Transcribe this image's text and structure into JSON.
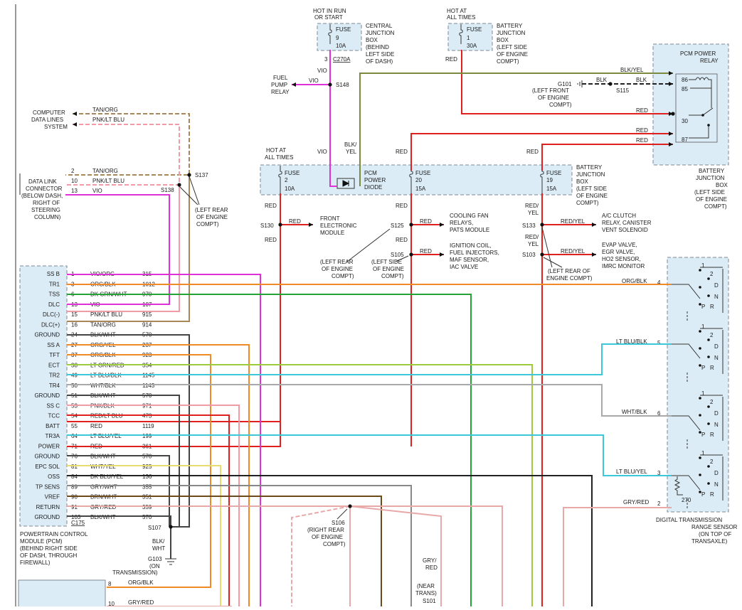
{
  "colors": {
    "red": "#e0201e",
    "vio": "#e030d8",
    "tan": "#a8875a",
    "pnk": "#f29aa6",
    "org": "#f08a26",
    "grn": "#26a336",
    "ltgrn": "#9ccc3c",
    "ltblu": "#3cc8d8",
    "wht": "#a9a9a9",
    "blkyel": "#7c8a40",
    "dkblu": "#1d4f7c",
    "gry": "#888888",
    "brn": "#6b4a1e",
    "yel": "#e8dc70",
    "gryred": "#e8a8a8",
    "blk": "#222222"
  },
  "top": {
    "hot_run_start": [
      "HOT IN RUN",
      "OR START"
    ],
    "hot_all_times_top": [
      "HOT AT",
      "ALL TIMES"
    ],
    "fuse9": {
      "label": "FUSE",
      "num": "9",
      "amp": "10A"
    },
    "fuse_30a": {
      "label": "FUSE",
      "num": "1",
      "amp": "30A"
    },
    "cjb": [
      "CENTRAL",
      "JUNCTION",
      "BOX",
      "(BEHIND",
      "LEFT SIDE",
      "OF DASH)"
    ],
    "bjb_top": [
      "BATTERY",
      "JUNCTION",
      "BOX",
      "(LEFT SIDE",
      "OF ENGINE",
      "COMPT)"
    ],
    "c270a": "C270A",
    "pin3": "3",
    "fuel_pump": [
      "FUEL",
      "PUMP",
      "RELAY"
    ],
    "s148": "S148",
    "vio": "VIO",
    "red": "RED"
  },
  "relay": {
    "title": [
      "PCM POWER",
      "RELAY"
    ],
    "pins": [
      "86",
      "85",
      "30",
      "87"
    ],
    "blkyel": "BLK/YEL",
    "blk": "BLK",
    "red": "RED",
    "g101": "G101",
    "g101_note": [
      "(LEFT FRONT",
      "OF ENGINE",
      "COMPT)"
    ],
    "s115": "S115",
    "bjb": [
      "BATTERY",
      "JUNCTION",
      "BOX",
      "(LEFT SIDE",
      "OF ENGINE",
      "COMPT)"
    ]
  },
  "mid": {
    "hot_all_times": [
      "HOT AT",
      "ALL TIMES"
    ],
    "fuse2": {
      "label": "FUSE",
      "num": "2",
      "amp": "10A"
    },
    "fuse20": {
      "label": "FUSE",
      "num": "20",
      "amp": "15A"
    },
    "fuse19": {
      "label": "FUSE",
      "num": "19",
      "amp": "15A"
    },
    "pcm_diode": [
      "PCM",
      "POWER",
      "DIODE"
    ],
    "bjb": [
      "BATTERY",
      "JUNCTION",
      "BOX",
      "(LEFT SIDE",
      "OF ENGINE",
      "COMPT)"
    ],
    "blk_yel": [
      "BLK/",
      "YEL"
    ],
    "red_yel": [
      "RED/",
      "YEL"
    ],
    "red_yel_v": "RED/YEL",
    "s130": "S130",
    "s125": "S125",
    "s105": "S105",
    "s133": "S133",
    "s103": "S103",
    "front_module": [
      "FRONT",
      "ELECTRONIC",
      "MODULE"
    ],
    "cooling": [
      "COOLING FAN",
      "RELAYS,",
      "PATS MODULE"
    ],
    "ignition": [
      "IGNITION COIL,",
      "FUEL INJECTORS,",
      "MAF SENSOR,",
      "IAC VALVE"
    ],
    "ac_clutch": [
      "A/C CLUTCH",
      "RELAY, CANISTER",
      "VENT SOLENOID"
    ],
    "evap": [
      "EVAP VALVE,",
      "EGR VALVE,",
      "HO2 SENSOR,",
      "IMRC MONITOR"
    ],
    "note_rear": [
      "(LEFT REAR",
      "OF ENGINE",
      "COMPT)"
    ],
    "note_side": [
      "(LEFT SIDE",
      "OF ENGINE",
      "COMPT)"
    ],
    "note_rear2": [
      "(LEFT REAR OF",
      "ENGINE COMPT)"
    ]
  },
  "left": {
    "computer": [
      "COMPUTER",
      "DATA LINES",
      "SYSTEM"
    ],
    "tan_org": "TAN/ORG",
    "pnk_ltblu": "PNK/LT BLU",
    "dlc": [
      "DATA LINK",
      "CONNECTOR",
      "(BELOW DASH,",
      "RIGHT OF",
      "STEERING",
      "COLUMN)"
    ],
    "dlc_pins": [
      {
        "pin": "2",
        "color": "TAN/ORG"
      },
      {
        "pin": "10",
        "color": "PNK/LT BLU"
      },
      {
        "pin": "13",
        "color": "VIO"
      }
    ],
    "s137": "S137",
    "s138": "S138",
    "note": [
      "(LEFT REAR",
      "OF ENGINE",
      "COMPT)"
    ]
  },
  "pcm": {
    "rows": [
      {
        "label": "SS B",
        "pin": "1",
        "color": "VIO/ORG",
        "circuit": "315"
      },
      {
        "label": "TR1",
        "pin": "3",
        "color": "ORG/BLK",
        "circuit": "1012"
      },
      {
        "label": "TSS",
        "pin": "6",
        "color": "DK GRN/WHT",
        "circuit": "970"
      },
      {
        "label": "DLC",
        "pin": "13",
        "color": "VIO",
        "circuit": "107"
      },
      {
        "label": "DLC(-)",
        "pin": "15",
        "color": "PNK/LT BLU",
        "circuit": "915"
      },
      {
        "label": "DLC(+)",
        "pin": "16",
        "color": "TAN/ORG",
        "circuit": "914"
      },
      {
        "label": "GROUND",
        "pin": "24",
        "color": "BLK/WHT",
        "circuit": "570"
      },
      {
        "label": "SS A",
        "pin": "27",
        "color": "ORG/YEL",
        "circuit": "237"
      },
      {
        "label": "TFT",
        "pin": "37",
        "color": "ORG/BLK",
        "circuit": "923"
      },
      {
        "label": "ECT",
        "pin": "38",
        "color": "LT GRN/RED",
        "circuit": "354"
      },
      {
        "label": "TR2",
        "pin": "49",
        "color": "LT BLU/BLK",
        "circuit": "1145"
      },
      {
        "label": "TR4",
        "pin": "50",
        "color": "WHT/BLK",
        "circuit": "1143"
      },
      {
        "label": "GROUND",
        "pin": "51",
        "color": "BLK/WHT",
        "circuit": "570"
      },
      {
        "label": "SS C",
        "pin": "53",
        "color": "PNK/BLK",
        "circuit": "971"
      },
      {
        "label": "TCC",
        "pin": "54",
        "color": "RED/LT BLU",
        "circuit": "473"
      },
      {
        "label": "BATT",
        "pin": "55",
        "color": "RED",
        "circuit": "1119"
      },
      {
        "label": "TR3A",
        "pin": "64",
        "color": "LT BLU/YEL",
        "circuit": "199"
      },
      {
        "label": "POWER",
        "pin": "71",
        "color": "RED",
        "circuit": "361"
      },
      {
        "label": "GROUND",
        "pin": "76",
        "color": "BLK/WHT",
        "circuit": "570"
      },
      {
        "label": "EPC SOL",
        "pin": "81",
        "color": "WHT/YEL",
        "circuit": "925"
      },
      {
        "label": "OSS",
        "pin": "84",
        "color": "DK BLU/YEL",
        "circuit": "136"
      },
      {
        "label": "TP SENS",
        "pin": "89",
        "color": "GRY/WHT",
        "circuit": "355"
      },
      {
        "label": "VREF",
        "pin": "90",
        "color": "BRN/WHT",
        "circuit": "351"
      },
      {
        "label": "RETURN",
        "pin": "91",
        "color": "GRY/RED",
        "circuit": "359"
      },
      {
        "label": "GROUND",
        "pin": "103",
        "color": "BLK/WHT",
        "circuit": "570"
      }
    ],
    "c175": "C175",
    "caption": [
      "POWERTRAIN CONTROL",
      "MODULE (PCM)",
      "(BEHIND RIGHT SIDE",
      "OF DASH, THROUGH",
      "FIREWALL)"
    ],
    "s107": "S107",
    "blk_wht": [
      "BLK/",
      "WHT"
    ],
    "g103": "G103",
    "g103_note": [
      "(ON",
      "TRANSMISSION)"
    ]
  },
  "sensor": {
    "wires": [
      {
        "pin": "4",
        "color": "ORG/BLK"
      },
      {
        "pin": "5",
        "color": "LT BLU/BLK"
      },
      {
        "pin": "6",
        "color": "WHT/BLK"
      },
      {
        "pin": "3",
        "color": "LT BLU/YEL"
      },
      {
        "pin": "2",
        "color": "GRY/RED"
      }
    ],
    "gear_labels": [
      "1",
      "2",
      "D",
      "N",
      "P",
      "R"
    ],
    "resistor": "270",
    "caption": [
      "DIGITAL TRANSMISSION",
      "RANGE SENSOR",
      "(ON TOP OF",
      "TRANSAXLE)"
    ]
  },
  "bottom": {
    "s106": "S106",
    "s106_note": [
      "(RIGHT REAR",
      "OF ENGINE",
      "COMPT)"
    ],
    "gry_red": [
      "GRY/",
      "RED"
    ],
    "near_trans": [
      "(NEAR",
      "TRANS)"
    ],
    "s101": "S101",
    "pin8": "8",
    "pin10": "10",
    "org_blk": "ORG/BLK",
    "gry_red_h": "GRY/RED"
  }
}
